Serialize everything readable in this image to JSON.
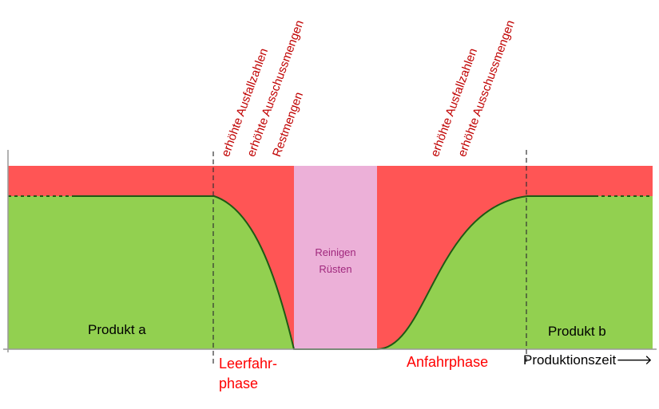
{
  "colors": {
    "loss": "#ff5555",
    "good": "#92d050",
    "clean": "#ecb0d8",
    "curve": "#1e5a14",
    "annotation": "#c00000",
    "phase": "#ff0000",
    "clean_text": "#a0287d"
  },
  "labels": {
    "left_annotations": [
      "erhöhte Ausfallzahlen",
      "erhöhte Ausschussmengen",
      "Restmengen"
    ],
    "right_annotations": [
      "erhöhte Ausfallzahlen",
      "erhöhte Ausschussmengen"
    ],
    "cleaning": [
      "Reinigen",
      "Rüsten"
    ],
    "product_a": "Produkt a",
    "product_b": "Produkt b",
    "phase_empty": [
      "Leerfahr-",
      "phase"
    ],
    "phase_start": "Anfahrphase",
    "time_axis": "Produktionszeit",
    "arrow": "🡒"
  }
}
